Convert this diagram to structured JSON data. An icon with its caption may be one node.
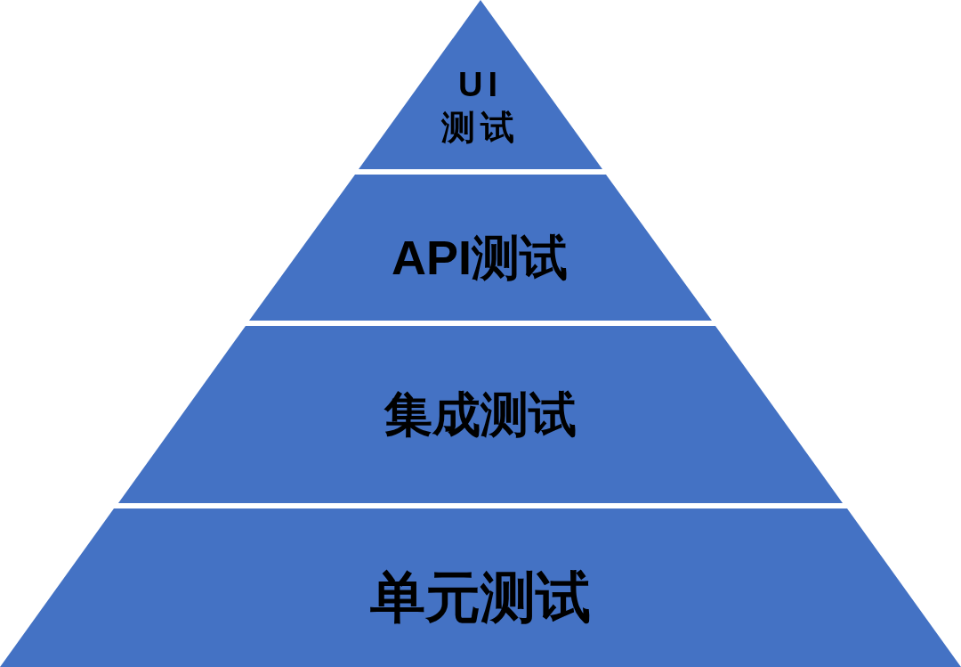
{
  "diagram": {
    "nodes": [
      {
        "text": [
          "UI测试"
        ]
      },
      {
        "text": [
          "API测试"
        ]
      },
      {
        "text": [
          "集成测试"
        ]
      },
      {
        "text": [
          "单元测试"
        ]
      }
    ]
  }
}
